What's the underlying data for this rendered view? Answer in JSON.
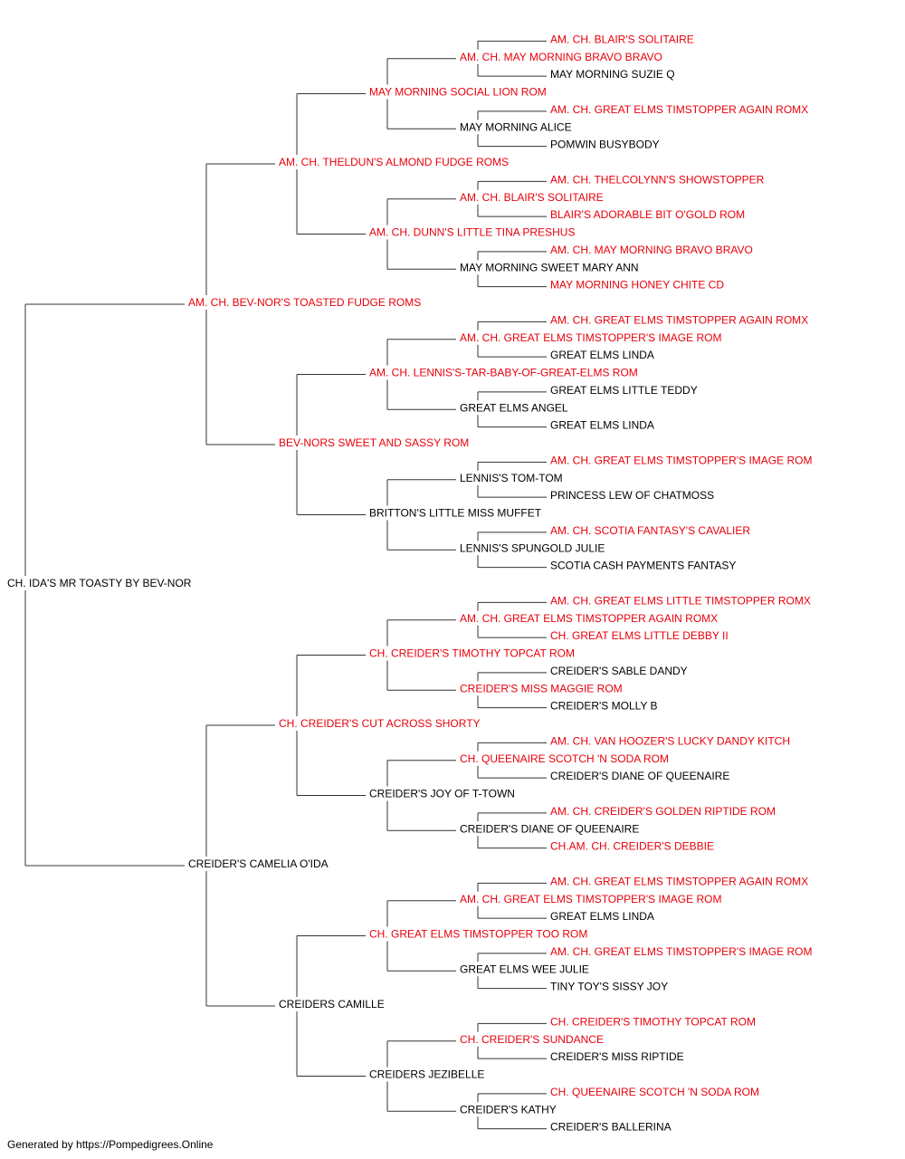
{
  "colors": {
    "champion": "#e8000b",
    "regular": "#000000",
    "lines": "#333333"
  },
  "pedigree": {
    "name": "CH. IDA'S MR TOASTY BY BEV-NOR",
    "champion": false,
    "sire": {
      "name": "AM. CH. BEV-NOR'S TOASTED FUDGE ROMS",
      "champion": true,
      "sire": {
        "name": "AM. CH. THELDUN'S ALMOND FUDGE ROMS",
        "champion": true,
        "sire": {
          "name": "MAY MORNING SOCIAL LION ROM",
          "champion": true,
          "sire": {
            "name": "AM. CH. MAY MORNING BRAVO BRAVO",
            "champion": true,
            "sire": {
              "name": "AM. CH. BLAIR'S SOLITAIRE",
              "champion": true
            },
            "dam": {
              "name": "MAY MORNING SUZIE Q",
              "champion": false
            }
          },
          "dam": {
            "name": "MAY MORNING ALICE",
            "champion": false,
            "sire": {
              "name": "AM. CH. GREAT ELMS TIMSTOPPER AGAIN ROMX",
              "champion": true
            },
            "dam": {
              "name": "POMWIN BUSYBODY",
              "champion": false
            }
          }
        },
        "dam": {
          "name": "AM. CH. DUNN'S LITTLE TINA PRESHUS",
          "champion": true,
          "sire": {
            "name": "AM. CH. BLAIR'S SOLITAIRE",
            "champion": true,
            "sire": {
              "name": "AM. CH. THELCOLYNN'S SHOWSTOPPER",
              "champion": true
            },
            "dam": {
              "name": "BLAIR'S ADORABLE BIT O'GOLD ROM",
              "champion": true
            }
          },
          "dam": {
            "name": "MAY MORNING SWEET MARY ANN",
            "champion": false,
            "sire": {
              "name": "AM. CH. MAY MORNING BRAVO BRAVO",
              "champion": true
            },
            "dam": {
              "name": "MAY MORNING HONEY CHITE CD",
              "champion": true
            }
          }
        }
      },
      "dam": {
        "name": "BEV-NORS SWEET AND SASSY ROM",
        "champion": true,
        "sire": {
          "name": "AM. CH. LENNIS'S-TAR-BABY-OF-GREAT-ELMS ROM",
          "champion": true,
          "sire": {
            "name": "AM. CH. GREAT ELMS TIMSTOPPER'S IMAGE ROM",
            "champion": true,
            "sire": {
              "name": "AM. CH. GREAT ELMS TIMSTOPPER AGAIN ROMX",
              "champion": true
            },
            "dam": {
              "name": "GREAT ELMS LINDA",
              "champion": false
            }
          },
          "dam": {
            "name": "GREAT ELMS ANGEL",
            "champion": false,
            "sire": {
              "name": "GREAT ELMS LITTLE TEDDY",
              "champion": false
            },
            "dam": {
              "name": "GREAT ELMS LINDA",
              "champion": false
            }
          }
        },
        "dam": {
          "name": "BRITTON'S LITTLE MISS MUFFET",
          "champion": false,
          "sire": {
            "name": "LENNIS'S TOM-TOM",
            "champion": false,
            "sire": {
              "name": "AM. CH. GREAT ELMS TIMSTOPPER'S IMAGE ROM",
              "champion": true
            },
            "dam": {
              "name": "PRINCESS LEW OF CHATMOSS",
              "champion": false
            }
          },
          "dam": {
            "name": "LENNIS'S SPUNGOLD JULIE",
            "champion": false,
            "sire": {
              "name": "AM. CH. SCOTIA FANTASY'S CAVALIER",
              "champion": true
            },
            "dam": {
              "name": "SCOTIA CASH PAYMENTS FANTASY",
              "champion": false
            }
          }
        }
      }
    },
    "dam": {
      "name": "CREIDER'S CAMELIA O'IDA",
      "champion": false,
      "sire": {
        "name": "CH. CREIDER'S CUT ACROSS SHORTY",
        "champion": true,
        "sire": {
          "name": "CH. CREIDER'S TIMOTHY TOPCAT ROM",
          "champion": true,
          "sire": {
            "name": "AM. CH. GREAT ELMS TIMSTOPPER AGAIN ROMX",
            "champion": true,
            "sire": {
              "name": "AM. CH. GREAT ELMS LITTLE TIMSTOPPER ROMX",
              "champion": true
            },
            "dam": {
              "name": "CH. GREAT ELMS LITTLE DEBBY II",
              "champion": true
            }
          },
          "dam": {
            "name": "CREIDER'S MISS MAGGIE ROM",
            "champion": true,
            "sire": {
              "name": "CREIDER'S SABLE DANDY",
              "champion": false
            },
            "dam": {
              "name": "CREIDER'S MOLLY B",
              "champion": false
            }
          }
        },
        "dam": {
          "name": "CREIDER'S JOY OF T-TOWN",
          "champion": false,
          "sire": {
            "name": "CH. QUEENAIRE SCOTCH 'N SODA ROM",
            "champion": true,
            "sire": {
              "name": "AM. CH. VAN HOOZER'S LUCKY DANDY KITCH",
              "champion": true
            },
            "dam": {
              "name": "CREIDER'S DIANE OF QUEENAIRE",
              "champion": false
            }
          },
          "dam": {
            "name": "CREIDER'S DIANE OF QUEENAIRE",
            "champion": false,
            "sire": {
              "name": "AM. CH. CREIDER'S GOLDEN RIPTIDE ROM",
              "champion": true
            },
            "dam": {
              "name": "CH.AM. CH. CREIDER'S DEBBIE",
              "champion": true
            }
          }
        }
      },
      "dam": {
        "name": "CREIDERS CAMILLE",
        "champion": false,
        "sire": {
          "name": "CH. GREAT ELMS TIMSTOPPER TOO ROM",
          "champion": true,
          "sire": {
            "name": "AM. CH. GREAT ELMS TIMSTOPPER'S IMAGE ROM",
            "champion": true,
            "sire": {
              "name": "AM. CH. GREAT ELMS TIMSTOPPER AGAIN ROMX",
              "champion": true
            },
            "dam": {
              "name": "GREAT ELMS LINDA",
              "champion": false
            }
          },
          "dam": {
            "name": "GREAT ELMS WEE JULIE",
            "champion": false,
            "sire": {
              "name": "AM. CH. GREAT ELMS TIMSTOPPER'S IMAGE ROM",
              "champion": true
            },
            "dam": {
              "name": "TINY TOY'S SISSY JOY",
              "champion": false
            }
          }
        },
        "dam": {
          "name": "CREIDERS JEZIBELLE",
          "champion": false,
          "sire": {
            "name": "CH. CREIDER'S SUNDANCE",
            "champion": true,
            "sire": {
              "name": "CH. CREIDER'S TIMOTHY TOPCAT ROM",
              "champion": true
            },
            "dam": {
              "name": "CREIDER'S MISS RIPTIDE",
              "champion": false
            }
          },
          "dam": {
            "name": "CREIDER'S KATHY",
            "champion": false,
            "sire": {
              "name": "CH. QUEENAIRE SCOTCH 'N SODA ROM",
              "champion": true
            },
            "dam": {
              "name": "CREIDER'S BALLERINA",
              "champion": false
            }
          }
        }
      }
    }
  },
  "footer": {
    "text": "Generated by https://Pompedigrees.Online"
  }
}
